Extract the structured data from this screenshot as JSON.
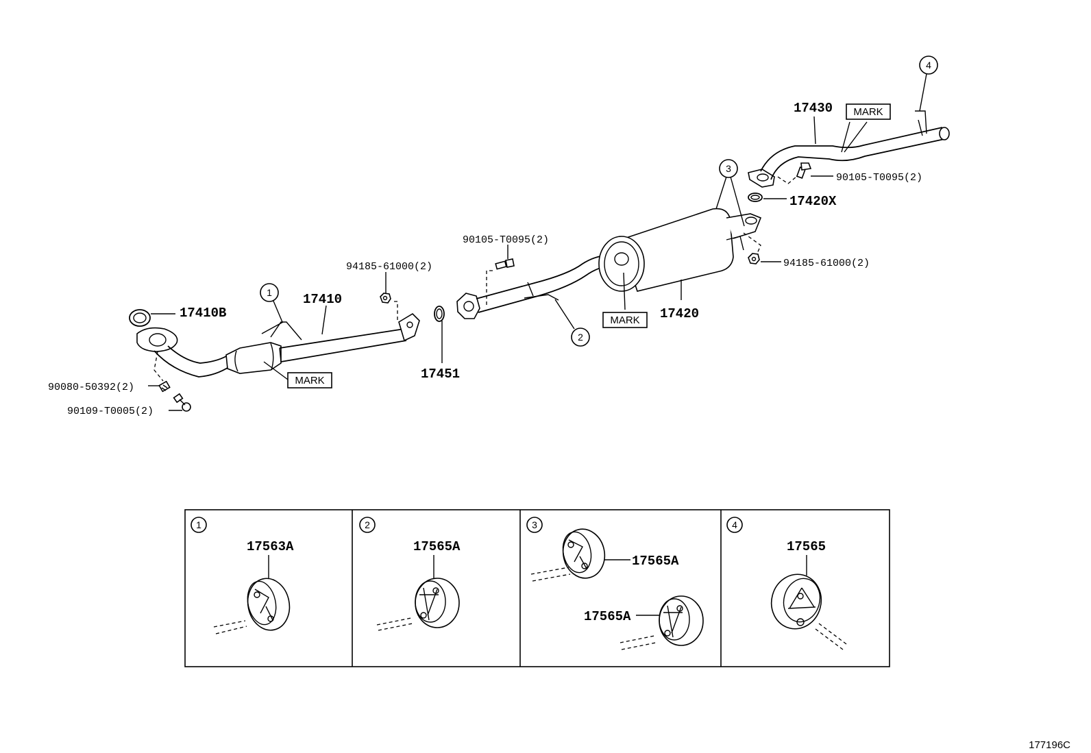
{
  "parts": {
    "p17410B": "17410B",
    "p17410": "17410",
    "p90080": "90080-50392(2)",
    "p90109": "90109-T0005(2)",
    "p94185a": "94185-61000(2)",
    "p17451": "17451",
    "p90105a": "90105-T0095(2)",
    "p17420": "17420",
    "p17430": "17430",
    "p90105b": "90105-T0095(2)",
    "p17420X": "17420X",
    "p94185b": "94185-61000(2)"
  },
  "marks": {
    "mark1": "MARK",
    "mark2": "MARK",
    "mark3": "MARK"
  },
  "callouts": {
    "c1": "1",
    "c2": "2",
    "c3": "3",
    "c4": "4"
  },
  "panels": [
    {
      "num": "1",
      "parts": [
        "17563A"
      ]
    },
    {
      "num": "2",
      "parts": [
        "17565A"
      ]
    },
    {
      "num": "3",
      "parts": [
        "17565A",
        "17565A"
      ]
    },
    {
      "num": "4",
      "parts": [
        "17565"
      ]
    }
  ],
  "drawing_code": "177196C"
}
